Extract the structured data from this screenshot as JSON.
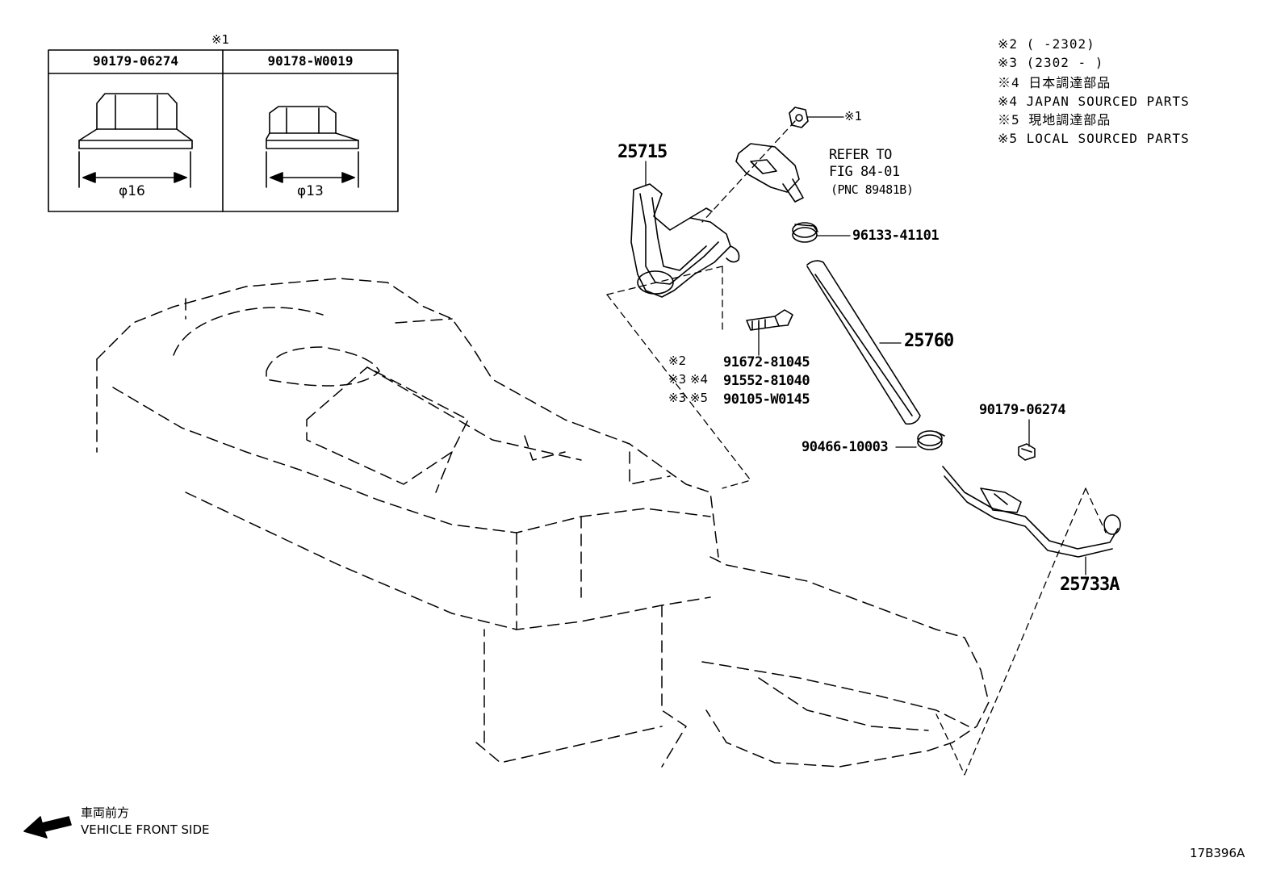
{
  "nut_table": {
    "title_mark": "※1",
    "columns": [
      {
        "part": "90179-06274",
        "diameter": "φ16"
      },
      {
        "part": "90178-W0019",
        "diameter": "φ13"
      }
    ]
  },
  "notes": [
    "※2 (     -2302)",
    "※3 (2302 -     )",
    "※4 日本調達部品",
    "※4 JAPAN SOURCED PARTS",
    "※5 現地調達部品",
    "※5 LOCAL SOURCED PARTS"
  ],
  "callouts": {
    "nut_mark": "※1",
    "bracket": "25715",
    "refer_line1": "REFER TO",
    "refer_line2": "FIG 84-01",
    "refer_line3": "(PNC 89481B)",
    "clamp": "96133-41101",
    "hose": "25760",
    "bolt_rows": [
      {
        "mark": "※2",
        "part": "91672-81045"
      },
      {
        "mark": "※3 ※4",
        "part": "91552-81040"
      },
      {
        "mark": "※3 ※5",
        "part": "90105-W0145"
      }
    ],
    "clip": "90466-10003",
    "nut_right": "90179-06274",
    "pipe": "25733A"
  },
  "direction": {
    "jp": "車両前方",
    "en": "VEHICLE FRONT SIDE"
  },
  "figure_id": "17B396A"
}
